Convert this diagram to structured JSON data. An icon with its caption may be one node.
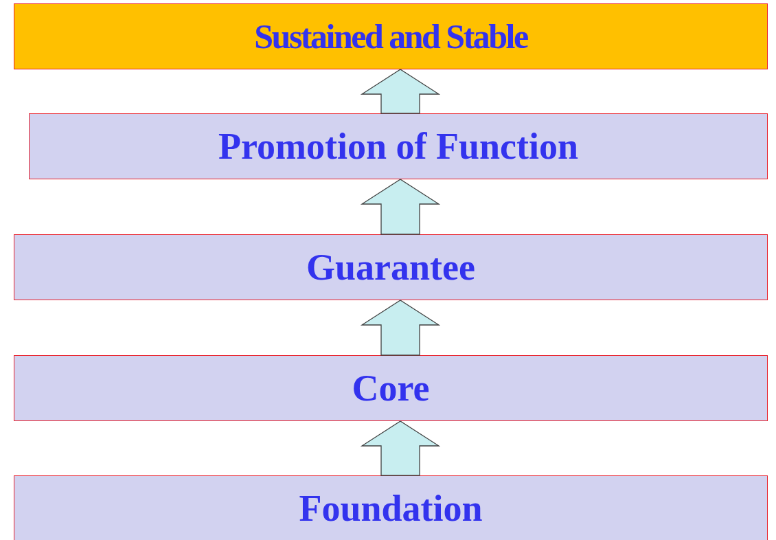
{
  "diagram": {
    "nodes": [
      {
        "text": [
          "Sustained and Stable"
        ]
      },
      {
        "text": [
          "Promotion of Function"
        ]
      },
      {
        "text": [
          "Guarantee"
        ]
      },
      {
        "text": [
          "Core"
        ]
      },
      {
        "text": [
          "Foundation"
        ]
      }
    ],
    "edges": [
      {
        "from": 4,
        "to": 3,
        "arrow": "to"
      },
      {
        "from": 3,
        "to": 2,
        "arrow": "to"
      },
      {
        "from": 2,
        "to": 1,
        "arrow": "to"
      },
      {
        "from": 1,
        "to": 0,
        "arrow": "to"
      }
    ]
  }
}
